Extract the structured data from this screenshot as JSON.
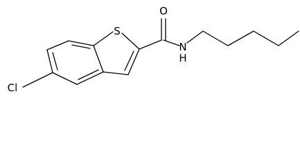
{
  "molecule": {
    "atoms": {
      "sulfur": "S",
      "oxygen": "O",
      "nitrogen": "N",
      "chlorine": "Cl",
      "amide_hydrogen": "H"
    }
  }
}
